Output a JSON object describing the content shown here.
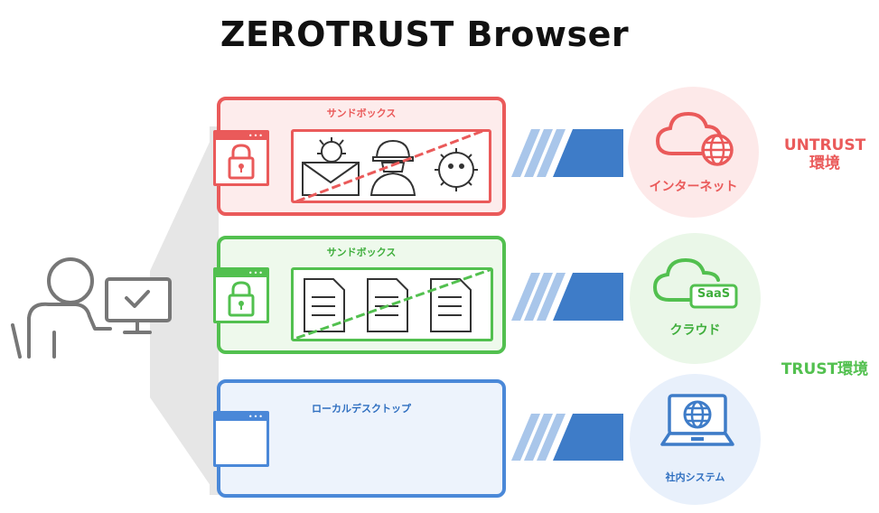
{
  "title": "ZEROTRUST Browser",
  "panels": {
    "internet_sandbox": {
      "label": "サンドボックス",
      "color": "#ea5a5a"
    },
    "cloud_sandbox": {
      "label": "サンドボックス",
      "color": "#52c04f"
    },
    "local": {
      "label": "ローカルデスクトップ",
      "color": "#4a88d8"
    }
  },
  "destinations": {
    "internet": {
      "label": "インターネット",
      "icon": "cloud-globe-icon"
    },
    "cloud": {
      "label": "クラウド",
      "badge": "SaaS",
      "icon": "cloud-saas-icon"
    },
    "internal": {
      "label": "社内システム",
      "icon": "laptop-globe-icon"
    }
  },
  "environments": {
    "untrust_line1": "UNTRUST",
    "untrust_line2": "環境",
    "trust": "TRUST環境"
  },
  "colors": {
    "red": "#ea5a5a",
    "green": "#52c04f",
    "blue": "#4a88d8",
    "gray": "#9a9a9a"
  }
}
